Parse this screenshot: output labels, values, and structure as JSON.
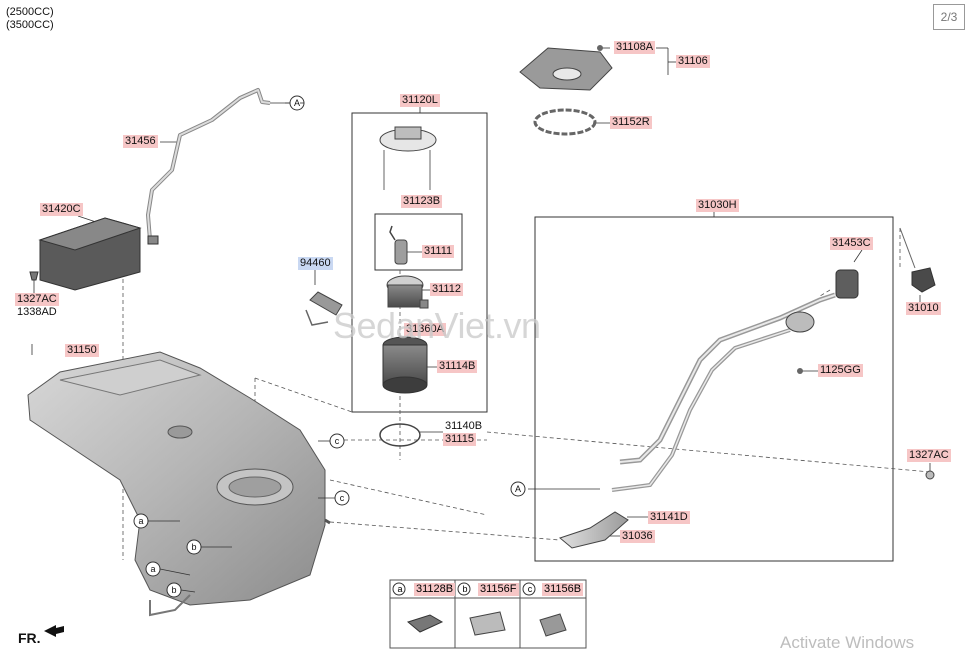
{
  "header": {
    "engine_1": "(2500CC)",
    "engine_2": "(3500CC)",
    "page_indicator": "2/3"
  },
  "labels": {
    "p31108A": "31108A",
    "p31106": "31106",
    "p31152R": "31152R",
    "p31120L": "31120L",
    "p31123B": "31123B",
    "p31111": "31111",
    "p31112": "31112",
    "p31360A": "31360A",
    "p31114B": "31114B",
    "p31140B": "31140B",
    "p31115": "31115",
    "p31456": "31456",
    "p31420C": "31420C",
    "p1327AC_left": "1327AC",
    "p1338AD": "1338AD",
    "p31150": "31150",
    "p94460": "94460",
    "p31030H": "31030H",
    "p31453C": "31453C",
    "p31010": "31010",
    "p1125GG": "1125GG",
    "p1327AC_right": "1327AC",
    "p31141D": "31141D",
    "p31036": "31036"
  },
  "callouts": {
    "A": "A",
    "a": "a",
    "b": "b",
    "c": "c"
  },
  "legend": {
    "items": [
      {
        "key": "a",
        "part": "31128B"
      },
      {
        "key": "b",
        "part": "31156F"
      },
      {
        "key": "c",
        "part": "31156B"
      }
    ]
  },
  "direction_label": "FR.",
  "watermark": "SedanViet.vn",
  "os_overlay": "Activate Windows"
}
